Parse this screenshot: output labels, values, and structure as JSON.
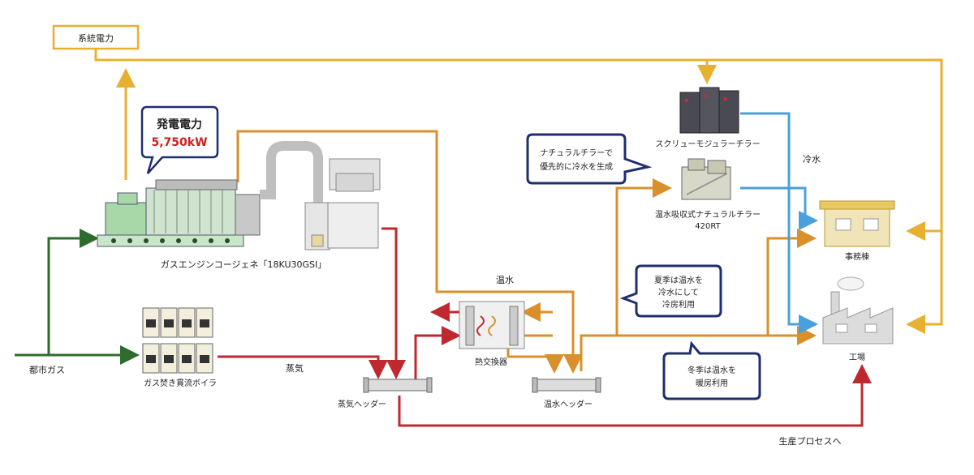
{
  "labels": {
    "grid_power": "系統電力",
    "generated_power_title": "発電電力",
    "generated_power_value": "5,750kW",
    "gas_engine": "ガスエンジンコージェネ「18KU30GSI」",
    "city_gas": "都市ガス",
    "boiler": "ガス焚き貫流ボイラ",
    "steam": "蒸気",
    "steam_header": "蒸気ヘッダー",
    "heat_exchanger": "熱交換器",
    "hot_water": "温水",
    "hot_water_header": "温水ヘッダー",
    "natural_chiller_note_1": "ナチュラルチラーで",
    "natural_chiller_note_2": "優先的に冷水を生成",
    "screw_chiller": "スクリューモジュラーチラー",
    "absorption_chiller_1": "温水吸収式ナチュラルチラー",
    "absorption_chiller_2": "420RT",
    "cold_water": "冷水",
    "summer_note_1": "夏季は温水を",
    "summer_note_2": "冷水にして",
    "summer_note_3": "冷房利用",
    "winter_note_1": "冬季は温水を",
    "winter_note_2": "暖房利用",
    "office": "事務棟",
    "factory": "工場",
    "production": "生産プロセスへ"
  },
  "colors": {
    "power_line": "#e8b030",
    "hot_water_line": "#d9902a",
    "steam_line": "#c0282f",
    "gas_line": "#2e6b2e",
    "cold_water_line": "#4aa0dc",
    "callout_border": "#1f2f6e",
    "highlight_text": "#d02020"
  }
}
